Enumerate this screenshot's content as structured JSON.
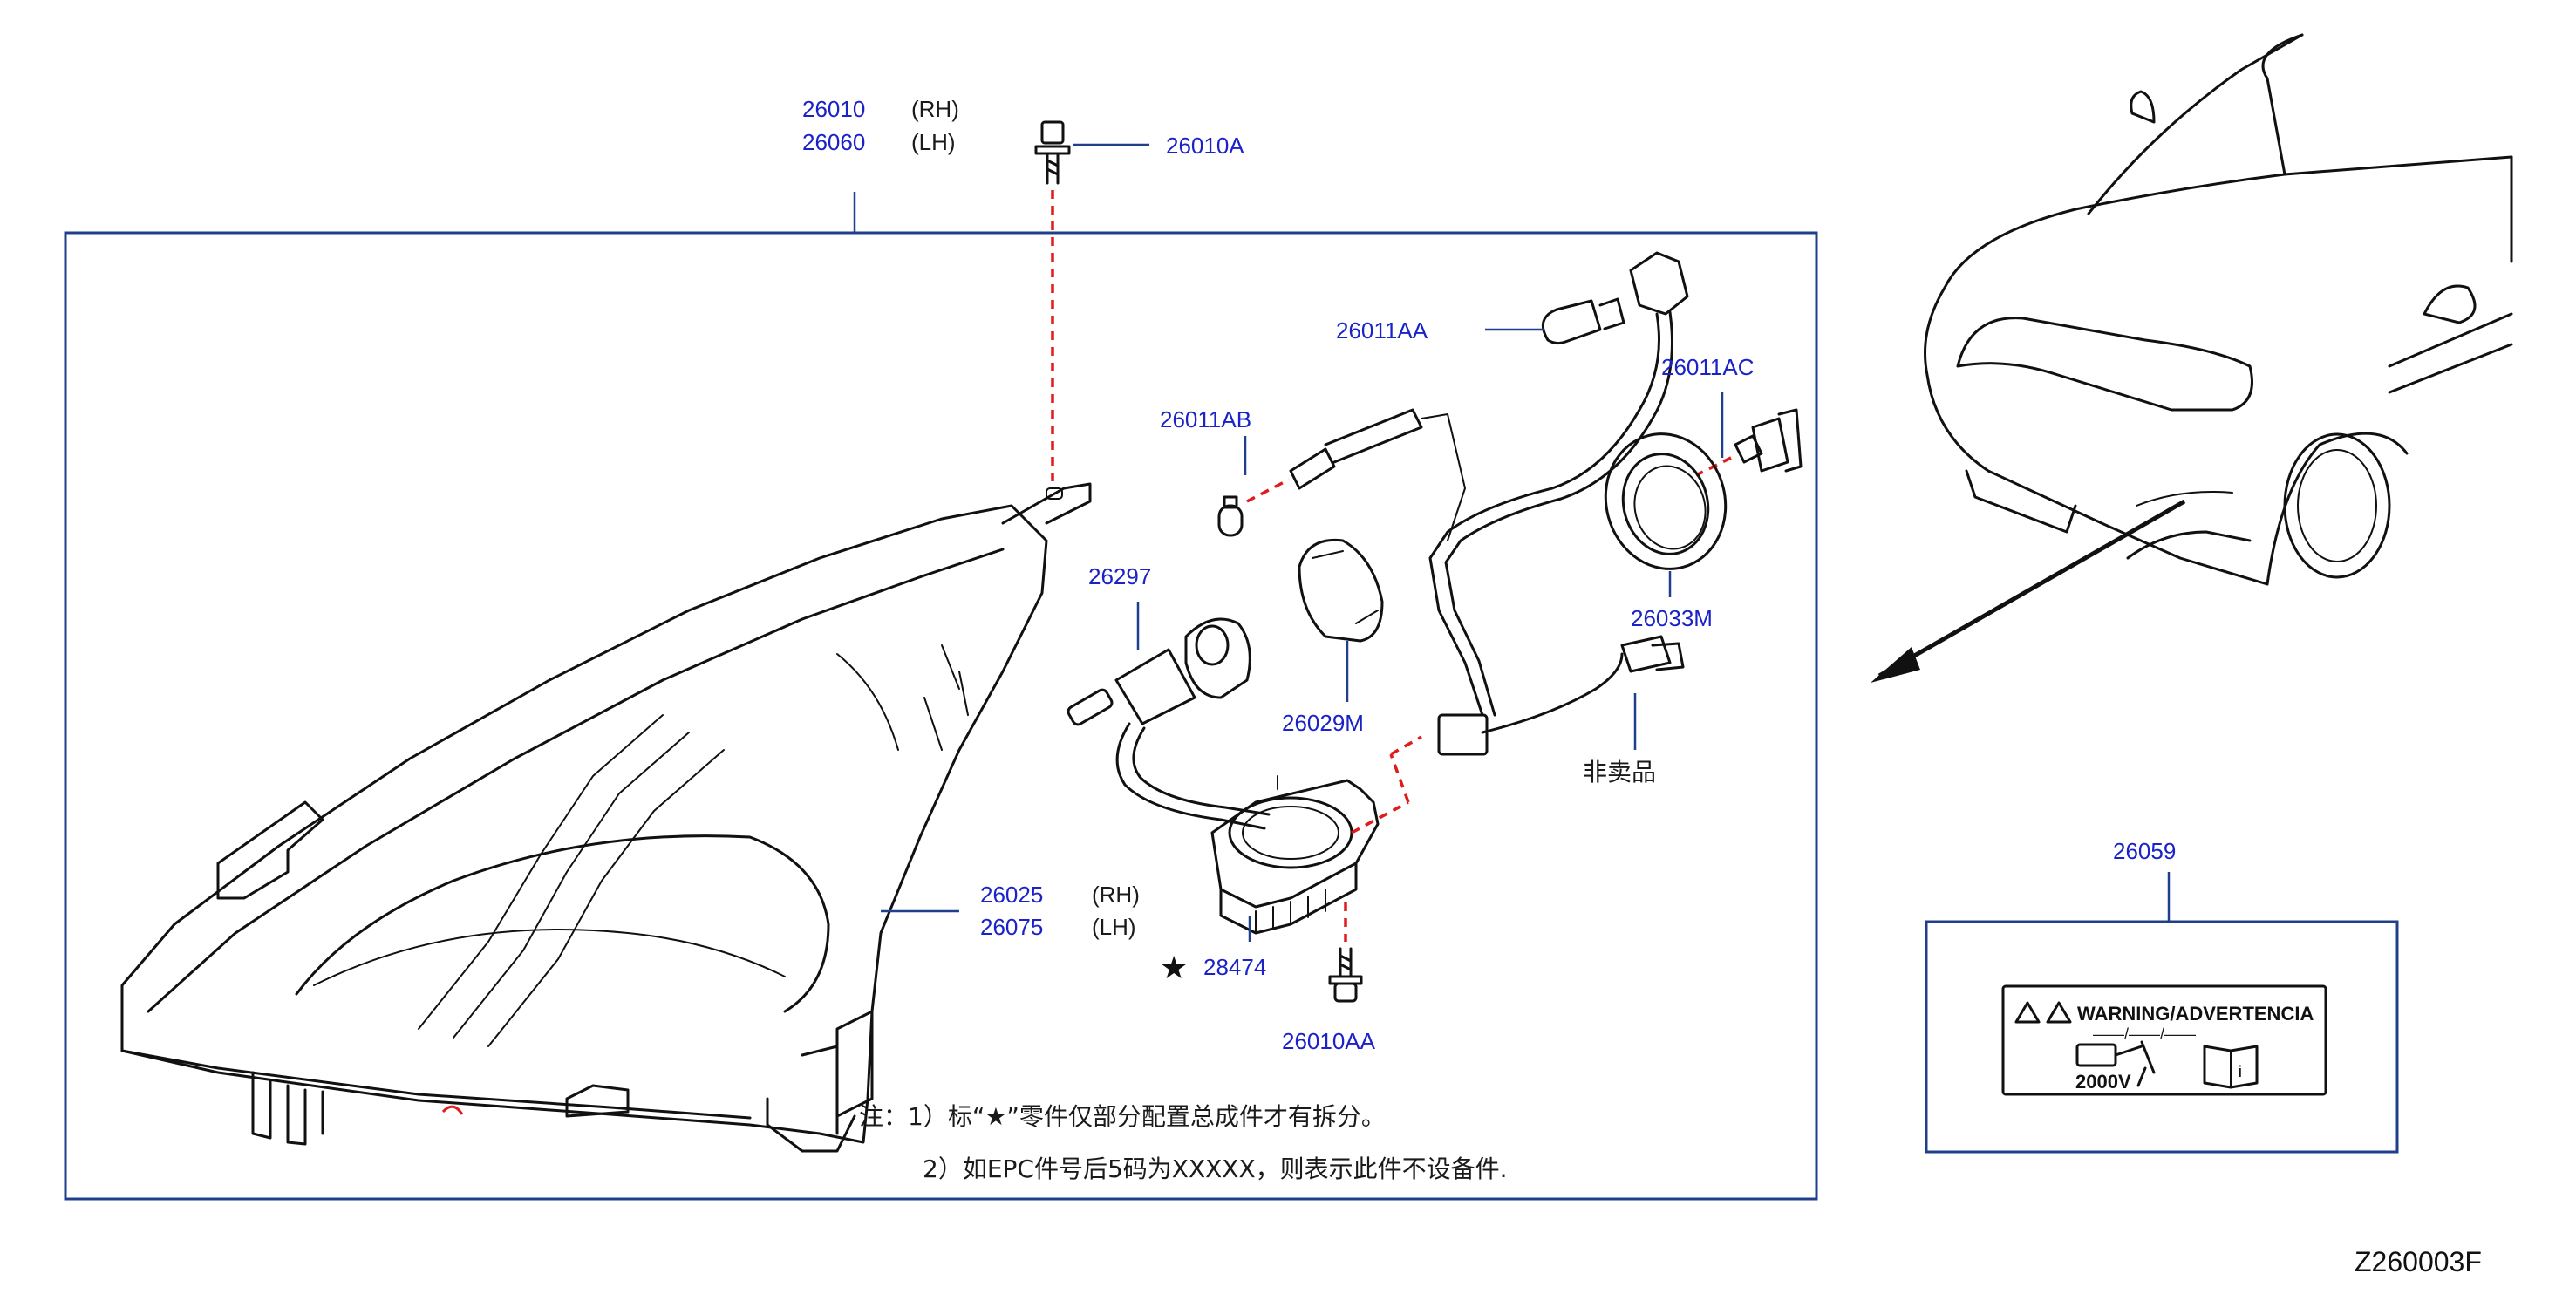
{
  "parts": {
    "headlamp_rh": "26010",
    "headlamp_rh_side": "(RH)",
    "headlamp_lh": "26060",
    "headlamp_lh_side": "(LH)",
    "screw_top": "26010A",
    "bulb_aa": "26011AA",
    "bulb_ab": "26011AB",
    "bulb_ac": "26011AC",
    "socket": "26297",
    "cap_029": "26029M",
    "cap_033": "26033M",
    "not_for_sale": "非卖品",
    "housing_rh": "26025",
    "housing_rh_side": "(RH)",
    "housing_lh": "26075",
    "housing_lh_side": "(LH)",
    "ballast_star": "★",
    "ballast": "28474",
    "screw_bottom": "26010AA",
    "label_part": "26059"
  },
  "notes": {
    "line1": "注：1）标“★”零件仅部分配置总成件才有拆分。",
    "line2": "2）如EPC件号后5码为XXXXX，则表示此件不设备件."
  },
  "warning_label": {
    "title": "WARNING/ADVERTENCIA",
    "sub": "——/——/——",
    "voltage": "2000V"
  },
  "diagram_code": "Z260003F",
  "colors": {
    "part_number": "#1a22c8",
    "frame": "#1f3f8c",
    "fastener_dash": "#e11a1a",
    "line_art": "#111111"
  }
}
